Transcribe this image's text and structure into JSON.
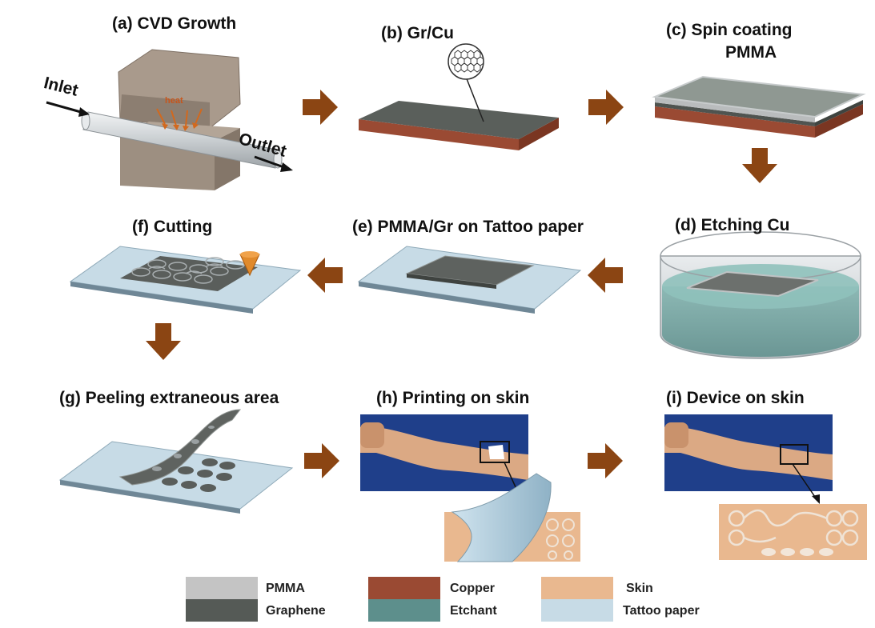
{
  "steps": {
    "a": {
      "title": "(a) CVD Growth"
    },
    "b": {
      "title": "(b) Gr/Cu"
    },
    "c": {
      "title_line1": "(c)  Spin coating",
      "title_line2": "PMMA"
    },
    "d": {
      "title": "(d) Etching Cu"
    },
    "e": {
      "title": "(e) PMMA/Gr on Tattoo paper"
    },
    "f": {
      "title": "(f) Cutting"
    },
    "g": {
      "title": "(g) Peeling extraneous area"
    },
    "h": {
      "title": "(h) Printing on skin"
    },
    "i": {
      "title": "(i) Device on skin"
    }
  },
  "annotations": {
    "inlet": "Inlet",
    "outlet": "Outlet",
    "heat": "heat"
  },
  "legend": [
    {
      "label": "PMMA",
      "color": "#c4c4c4"
    },
    {
      "label": "Graphene",
      "color": "#555a56"
    },
    {
      "label": "Copper",
      "color": "#9a4a33"
    },
    {
      "label": "Etchant",
      "color": "#5d8f8c"
    },
    {
      "label": "Skin",
      "color": "#e9b88f"
    },
    {
      "label": "Tattoo paper",
      "color": "#c7dbe6"
    }
  ],
  "colors": {
    "arrow": "#8b4513",
    "photo_bg": "#1f3f8a",
    "skin_tone": "#dba984"
  }
}
